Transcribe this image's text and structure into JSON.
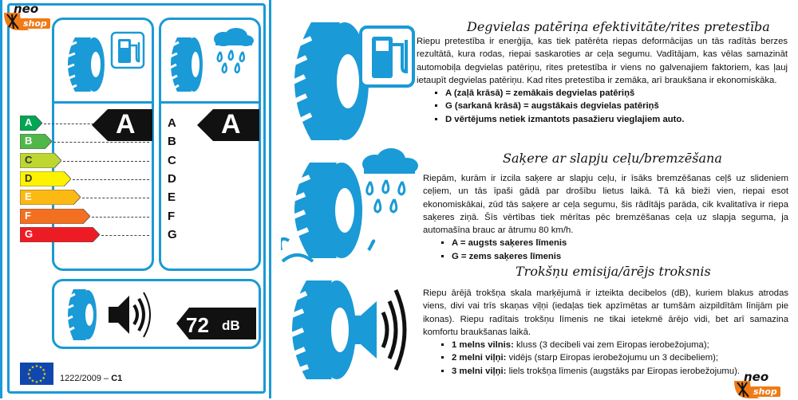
{
  "brand": {
    "logo_top_line1": "neo",
    "logo_top_line2": "shop",
    "logo_bottom_line1": "neo",
    "logo_bottom_line2": "shop"
  },
  "label": {
    "scale_letters": [
      "A",
      "B",
      "C",
      "D",
      "E",
      "F",
      "G"
    ],
    "scale_colors": [
      "#00a651",
      "#50b848",
      "#bed630",
      "#fff200",
      "#fdb913",
      "#f37021",
      "#ed1c24"
    ],
    "fuel_grade": "A",
    "wet_grade": "A",
    "noise_value": "72",
    "noise_unit": "dB",
    "noise_waves": 2,
    "regulation": "1222/2009 –",
    "tyre_class": "C1",
    "accent_color": "#1a9ad6"
  },
  "sections": {
    "fuel": {
      "title": "Degvielas patēriņa efektivitāte/rites pretestība",
      "body": "Riepu pretestība ir enerģija, kas tiek patērēta riepas deformācijas un tās radītās berzes rezultātā, kura rodas, riepai saskaroties ar ceļa segumu. Vadītājam, kas vēlas samazināt automobiļa degvielas patēriņu, rites pretestība ir viens no galvenajiem faktoriem, kas ļauj ietaupīt degvielas patēriņu. Kad rites pretestība ir zemāka, arī braukšana ir ekonomiskāka.",
      "bullets": [
        "A (zaļā krāsā) = zemākais degvielas patēriņš",
        "G (sarkanā krāsā) = augstākais degvielas patēriņš",
        "D vērtējums netiek izmantots pasažieru vieglajiem auto."
      ]
    },
    "wet": {
      "title": "Saķere ar slapju ceļu/bremzēšana",
      "body": "Riepām, kurām ir izcila saķere ar slapju ceļu, ir īsāks bremzēšanas ceļš uz slideniem ceļiem, un tās īpaši gādā par drošību lietus laikā. Tā kā bieži vien, riepai esot ekonomiskākai, zūd tās saķere ar ceļa segumu, šis rādītājs parāda, cik kvalitatīva ir riepa saķeres ziņā. Šīs vērtības tiek mērītas pēc bremzēšanas ceļa uz slapja seguma, ja automašīna brauc ar ātrumu 80 km/h.",
      "bullets": [
        "A = augsts saķeres līmenis",
        "G = zems saķeres līmenis"
      ]
    },
    "noise": {
      "title": "Trokšņu emisija/ārējs troksnis",
      "body": "Riepu ārējā trokšņa skala marķējumā ir izteikta decibelos (dB), kuriem blakus atrodas viens, divi vai trīs skaņas viļņi (iedaļas tiek apzīmētas ar tumšām aizpildītām līnijām pie ikonas). Riepu radītais trokšņu līmenis ne tikai ietekmē ārējo vidi, bet arī samazina komfortu braukšanas laikā.",
      "bullets": [
        {
          "bold": "1 melns vilnis:",
          "text": " kluss (3 decibeli vai zem Eiropas ierobežojuma);"
        },
        {
          "bold": "2 melni viļņi:",
          "text": " vidējs (starp Eiropas ierobežojumu un 3 decibeliem);"
        },
        {
          "bold": "3 melni viļņi:",
          "text": " liels trokšņa līmenis (augstāks par Eiropas ierobežojumu)."
        }
      ]
    }
  }
}
